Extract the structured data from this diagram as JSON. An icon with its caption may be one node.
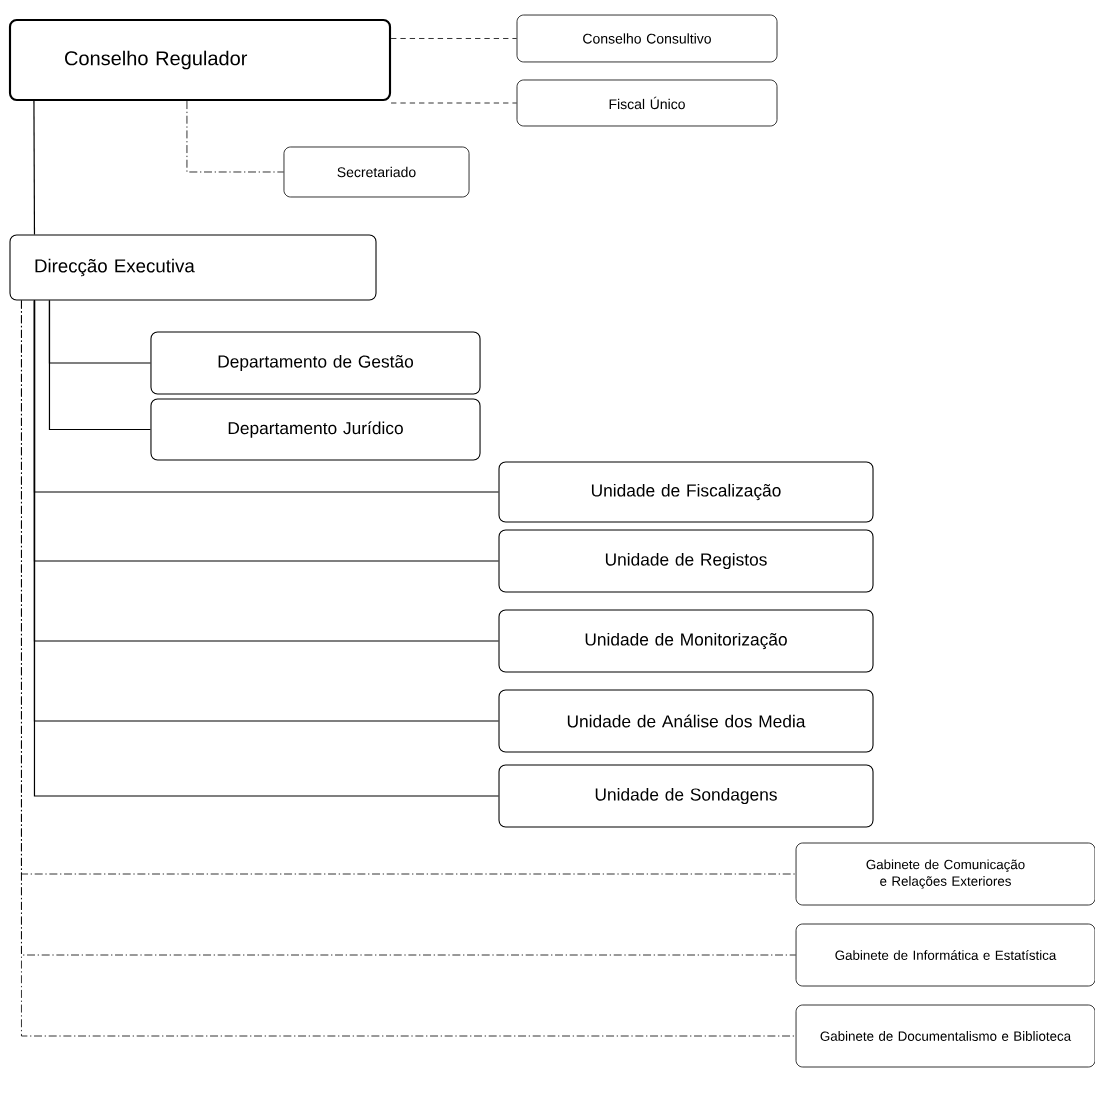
{
  "diagram": {
    "nodes": [
      {
        "text": [
          "Conselho Regulador"
        ]
      },
      {
        "text": [
          "Conselho Consultivo"
        ]
      },
      {
        "text": [
          "Fiscal Único"
        ]
      },
      {
        "text": [
          "Secretariado"
        ]
      },
      {
        "text": [
          "Direcção Executiva"
        ]
      },
      {
        "text": [
          "Departamento de Gestão"
        ]
      },
      {
        "text": [
          "Departamento Jurídico"
        ]
      },
      {
        "text": [
          "Unidade de Fiscalização"
        ]
      },
      {
        "text": [
          "Unidade de Registos"
        ]
      },
      {
        "text": [
          "Unidade de Monitorização"
        ]
      },
      {
        "text": [
          "Unidade de Análise dos Media"
        ]
      },
      {
        "text": [
          "Unidade de Sondagens"
        ]
      },
      {
        "text": [
          "Gabinete de Comunicação e Relações Exteriores"
        ]
      },
      {
        "text": [
          "Gabinete de Informática e Estatística"
        ]
      },
      {
        "text": [
          "Gabinete de Documentalismo e Biblioteca"
        ]
      }
    ],
    "edges": [
      {
        "from": 0,
        "to": 1,
        "arrow": "none",
        "style": "dashed"
      },
      {
        "from": 0,
        "to": 2,
        "arrow": "none",
        "style": "dashed"
      },
      {
        "from": 0,
        "to": 3,
        "arrow": "none",
        "style": "dashed"
      },
      {
        "from": 0,
        "to": 4,
        "arrow": "none"
      },
      {
        "from": 4,
        "to": 5,
        "arrow": "none"
      },
      {
        "from": 4,
        "to": 6,
        "arrow": "none"
      },
      {
        "from": 4,
        "to": 7,
        "arrow": "none"
      },
      {
        "from": 4,
        "to": 8,
        "arrow": "none"
      },
      {
        "from": 4,
        "to": 9,
        "arrow": "none"
      },
      {
        "from": 4,
        "to": 10,
        "arrow": "none"
      },
      {
        "from": 4,
        "to": 11,
        "arrow": "none"
      },
      {
        "from": 4,
        "to": 12,
        "arrow": "none",
        "style": "dashed"
      },
      {
        "from": 4,
        "to": 13,
        "arrow": "none",
        "style": "dashed"
      },
      {
        "from": 4,
        "to": 14,
        "arrow": "none",
        "style": "dashed"
      }
    ]
  }
}
